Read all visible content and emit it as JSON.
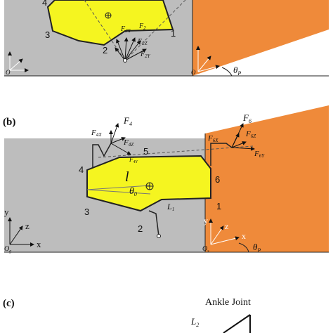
{
  "panel_a": {
    "numbers": {
      "n1": "1",
      "n2": "2",
      "n3": "3",
      "n4": "4"
    },
    "forces": {
      "fx": "F",
      "fx_sub": "2X",
      "f2": "F",
      "f2_sub": "2",
      "fz": "F",
      "fz_sub": "2Z",
      "fy": "F",
      "fy_sub": "2Y"
    },
    "origin": "O",
    "theta": "θ",
    "theta_sub": "P"
  },
  "panel_b": {
    "tag": "(b)",
    "numbers": {
      "n1": "1",
      "n2": "2",
      "n3": "3",
      "n4": "4",
      "n5": "5",
      "n6": "6"
    },
    "labels": {
      "f4": "F",
      "f4_sub": "4",
      "f4x": "F",
      "f4x_sub": "4X",
      "f4z": "F",
      "f4z_sub": "4Z",
      "f4y": "F",
      "f4y_sub": "4Y",
      "f6": "F",
      "f6_sub": "6",
      "f6x": "F",
      "f6x_sub": "6X",
      "f6z": "F",
      "f6z_sub": "6Z",
      "f6y": "F",
      "f6y_sub": "6Y",
      "l": "l",
      "theta0": "θ",
      "theta0_sub": "0",
      "L1": "L",
      "L1_sub": "1",
      "y": "y",
      "z": "z",
      "x": "x",
      "origin": "O",
      "origin_sub": "g",
      "origin2": "O",
      "origin2_sub": "s",
      "theta": "θ",
      "theta_sub": "P"
    }
  },
  "panel_c": {
    "tag": "(c)",
    "ankle": "Ankle Joint",
    "L2": "L",
    "L2_sub": "2"
  },
  "colors": {
    "gray": "#bdbdbd",
    "orange": "#ef8a3a",
    "yellow": "#f5f520",
    "outline": "#222222"
  }
}
